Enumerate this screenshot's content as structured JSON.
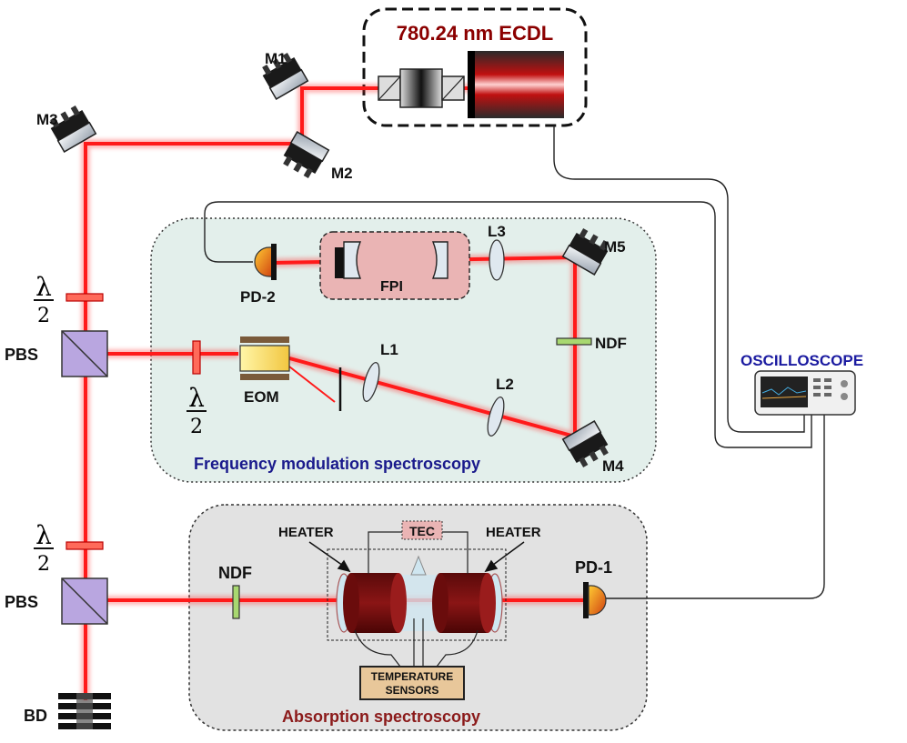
{
  "laser": {
    "title": "780.24 nm ECDL"
  },
  "mirrors": {
    "m1": "M1",
    "m2": "M2",
    "m3": "M3",
    "m4": "M4",
    "m5": "M5"
  },
  "lenses": {
    "l1": "L1",
    "l2": "L2",
    "l3": "L3"
  },
  "waveplates": {
    "top": {
      "num": "λ",
      "den": "2"
    },
    "mid": {
      "num": "λ",
      "den": "2"
    },
    "bottom": {
      "num": "λ",
      "den": "2"
    }
  },
  "components": {
    "pbs_top": "PBS",
    "pbs_bottom": "PBS",
    "eom": "EOM",
    "fpi": "FPI",
    "pd2": "PD-2",
    "pd1": "PD-1",
    "ndf_fms": "NDF",
    "ndf_abs": "NDF",
    "bd": "BD",
    "oscilloscope": "OSCILLOSCOPE",
    "heater_left": "HEATER",
    "heater_right": "HEATER",
    "tec": "TEC",
    "temp_sensors_line1": "TEMPERATURE",
    "temp_sensors_line2": "SENSORS"
  },
  "sections": {
    "fms": "Frequency modulation spectroscopy",
    "absorption": "Absorption spectroscopy"
  },
  "colors": {
    "beam": "#ff2020",
    "laser_title": "#8b0000",
    "section_fms": "#1a1a8c",
    "section_abs": "#8b1a1a",
    "oscilloscope": "#1a1aa0",
    "fms_panel": "#e3efeb",
    "abs_panel": "#e2e2e2"
  }
}
